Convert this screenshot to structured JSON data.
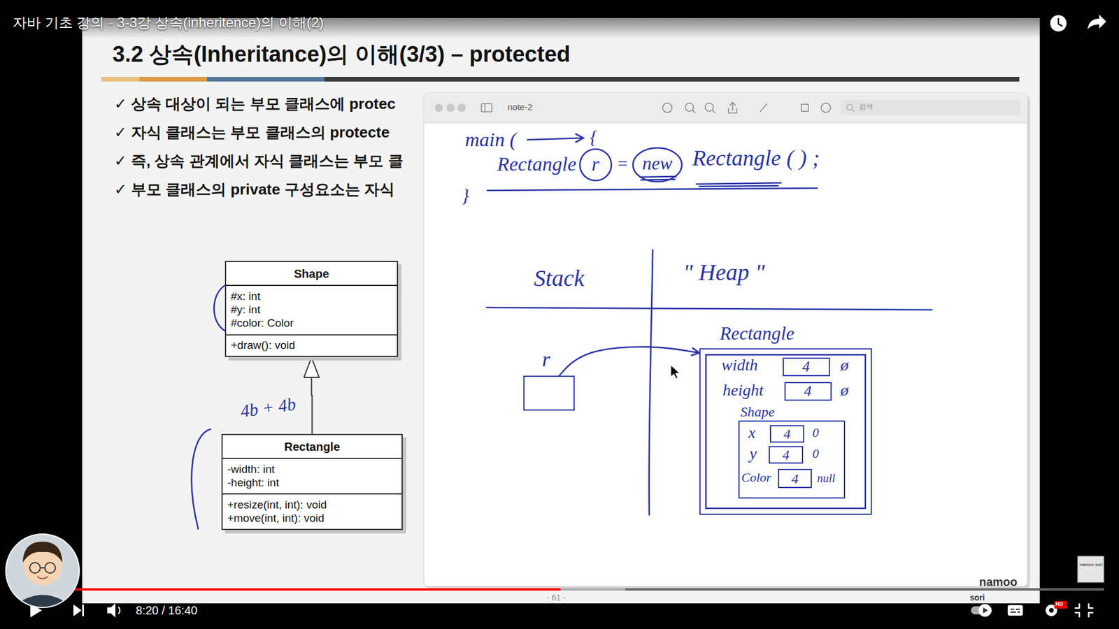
{
  "diagram": {
    "title": "3.2 상속(Inheritance)의 이해(3/3) – protected",
    "nodes": [
      {
        "text": [
          "Shape",
          "#x: int",
          "#y: int",
          "#color: Color",
          "+draw(): void"
        ]
      },
      {
        "text": [
          "Rectangle",
          "-width: int",
          "-height: int",
          "+resize(int, int): void",
          "+move(int, int): void"
        ]
      },
      {
        "text": [
          "r"
        ]
      },
      {
        "text": [
          "Rectangle"
        ]
      },
      {
        "text": [
          "4"
        ],
        "in": 3
      },
      {
        "text": [
          "4"
        ],
        "in": 3
      },
      {
        "text": [
          "Shape"
        ],
        "in": 3
      },
      {
        "text": [
          "4"
        ],
        "in": 6
      },
      {
        "text": [
          "4"
        ],
        "in": 6
      },
      {
        "text": [
          "4"
        ],
        "in": 6
      }
    ],
    "edges": [
      {
        "from": 1,
        "to": 0,
        "arrow": "to"
      },
      {
        "from": 2,
        "to": 3,
        "arrow": "to"
      }
    ],
    "labels": [
      "자바 기초 강의 - 3-3강 상속(inheritence)의 이해(2)",
      "✓ 상속 대상이 되는 부모 클래스에 protec",
      "✓ 자식 클래스는 부모 클래스의 protecte",
      "✓ 즉, 상속 관계에서 자식 클래스는 부모 클",
      "✓ 부모 클래스의 private 구성요소는 자식",
      "4b + 4b",
      "note-2",
      "검색",
      "main (",
      "{",
      "Rectangle",
      "r",
      "=",
      "new",
      "Rectangle ( ) ;",
      "}",
      "Stack",
      "\" Heap \"",
      "width",
      "ø",
      "height",
      "ø",
      "x",
      "0",
      "y",
      "0",
      "Color",
      "null",
      "8:20 / 16:40",
      "- 61 -",
      "namoo",
      "sori",
      "HD",
      "namoo sori"
    ]
  }
}
